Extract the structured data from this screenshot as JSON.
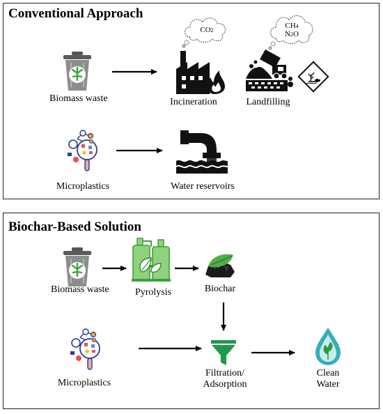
{
  "panels": {
    "conventional": {
      "title": "Conventional Approach",
      "biomass_label": "Biomass waste",
      "incineration_label": "Incineration",
      "landfilling_label": "Landfilling",
      "microplastics_label": "Microplastics",
      "water_reservoirs_label": "Water reservoirs",
      "co2_base": "CO",
      "co2_sub": "2",
      "ch4_base": "CH",
      "ch4_sub": "4",
      "n2o_base": "N",
      "n2o_sub": "2",
      "n2o_tail": "O"
    },
    "biochar": {
      "title": "Biochar-Based Solution",
      "biomass_label": "Biomass waste",
      "pyrolysis_label": "Pyrolysis",
      "biochar_label": "Biochar",
      "microplastics_label": "Microplastics",
      "filtration_line1": "Filtration/",
      "filtration_line2": "Adsorption",
      "clean_line1": "Clean",
      "clean_line2": "Water"
    }
  },
  "icons": [
    "trash-bin-icon",
    "factory-fire-icon",
    "landfill-truck-icon",
    "hazard-environment-icon",
    "microplastics-icon",
    "sewage-pipe-icon",
    "pyrolysis-reactor-icon",
    "biochar-icon",
    "filter-funnel-icon",
    "clean-water-drop-icon",
    "cloud-icon",
    "arrow-icon"
  ],
  "colors": {
    "green": "#3aa33a",
    "light_green": "#8fd17c",
    "drop_blue": "#37aeb6",
    "drop_light": "#c7ecee",
    "black": "#111111"
  }
}
